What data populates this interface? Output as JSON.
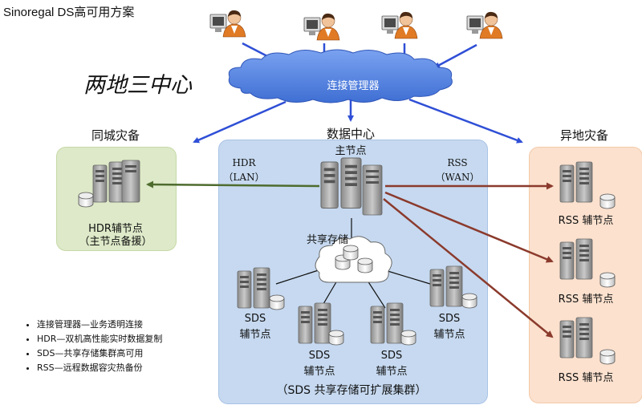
{
  "title": "Sinoregal DS高可用方案",
  "subtitle": "两地三中心",
  "connection_manager": "连接管理器",
  "same_city": {
    "label": "同城灾备",
    "node": "HDR辅节点",
    "node_note": "（主节点备援）"
  },
  "data_center": {
    "label": "数据中心",
    "primary": "主节点",
    "shared_storage": "共享存储",
    "footer": "（SDS 共享存储可扩展集群）"
  },
  "remote": {
    "label": "异地灾备",
    "node": "RSS 辅节点"
  },
  "links": {
    "hdr": "HDR",
    "hdr_sub": "（LAN）",
    "rss": "RSS",
    "rss_sub": "（WAN）"
  },
  "sds_node": {
    "line1": "SDS",
    "line2": "辅节点"
  },
  "legend": [
    "连接管理器—业务透明连接",
    "HDR—双机高性能实时数据复制",
    "SDS—共享存储集群高可用",
    "RSS—远程数据容灾热备份"
  ],
  "colors": {
    "hdr_arrow": "#4e6b2e",
    "rss_arrow": "#8b3a2c",
    "client_arrow": "#2f4fd6",
    "cloud": "#5f86e0"
  }
}
